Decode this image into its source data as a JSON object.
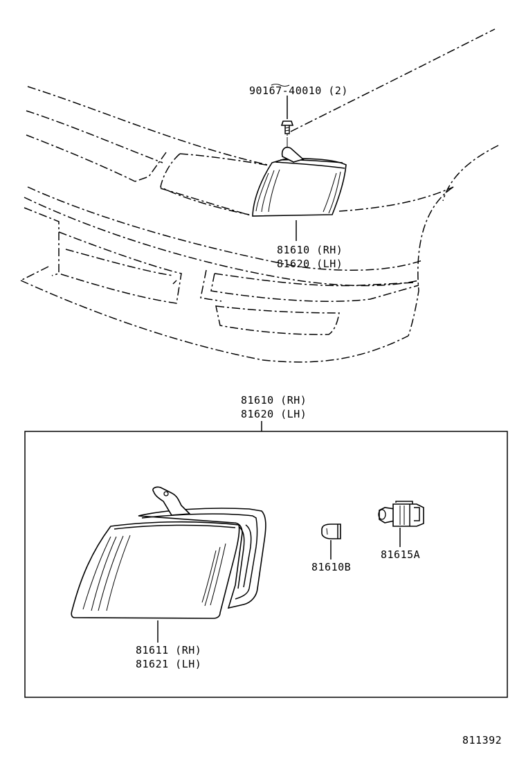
{
  "diagram": {
    "top_view": {
      "screw_label": "90167-40010 (2)",
      "lamp_label_rh": "81610 (RH)",
      "lamp_label_lh": "81620 (LH)"
    },
    "exploded_view": {
      "assembly_label_rh": "81610 (RH)",
      "assembly_label_lh": "81620 (LH)",
      "lens_label_rh": "81611 (RH)",
      "lens_label_lh": "81621 (LH)",
      "bulb_label": "81610B",
      "socket_label": "81615A"
    },
    "figure_number": "811392"
  }
}
